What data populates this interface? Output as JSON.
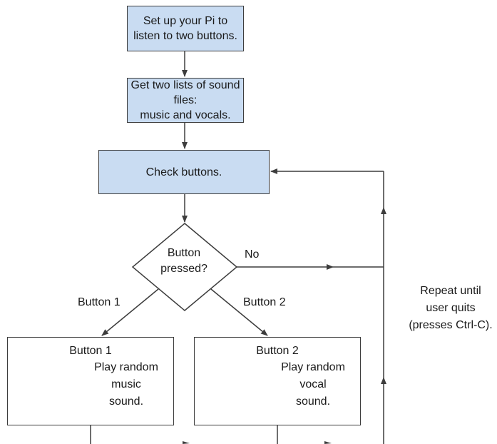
{
  "flowchart": {
    "steps": [
      {
        "line1": "Set up your Pi to",
        "line2": "listen to two buttons."
      },
      {
        "line1": "Get two lists of sound files:",
        "line2": "music and vocals."
      },
      {
        "line1": "Check buttons."
      }
    ],
    "decision": {
      "line1": "Button",
      "line2": "pressed?"
    },
    "branch_no": "No",
    "branch_button1": "Button 1",
    "branch_button2": "Button 2",
    "outcome1": {
      "title": "Button 1",
      "line1": "Play random",
      "line2": "music",
      "line3": "sound."
    },
    "outcome2": {
      "title": "Button 2",
      "line1": "Play random",
      "line2": "vocal",
      "line3": "sound."
    },
    "loop_note": {
      "line1": "Repeat until",
      "line2": "user quits",
      "line3": "(presses Ctrl-C)."
    },
    "colors": {
      "process_fill": "#c9dcf2",
      "stroke": "#3d3d3d",
      "icon": "#8a8a8a"
    }
  }
}
